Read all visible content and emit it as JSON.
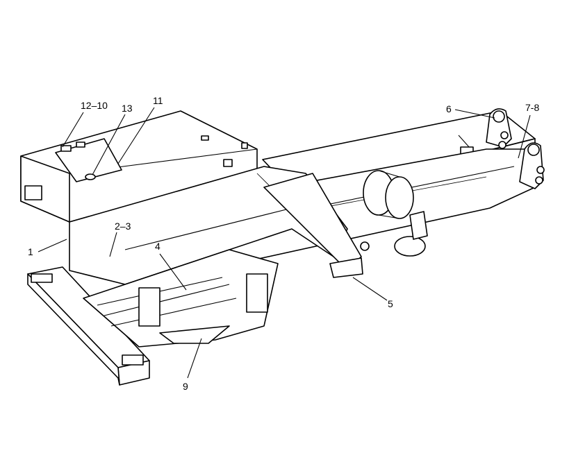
{
  "callouts": {
    "c1": "1",
    "c2_3": "2–3",
    "c4": "4",
    "c5": "5",
    "c6": "6",
    "c7_8": "7‑8",
    "c9": "9",
    "c11": "11",
    "c12_10": "12–10",
    "c13": "13"
  }
}
